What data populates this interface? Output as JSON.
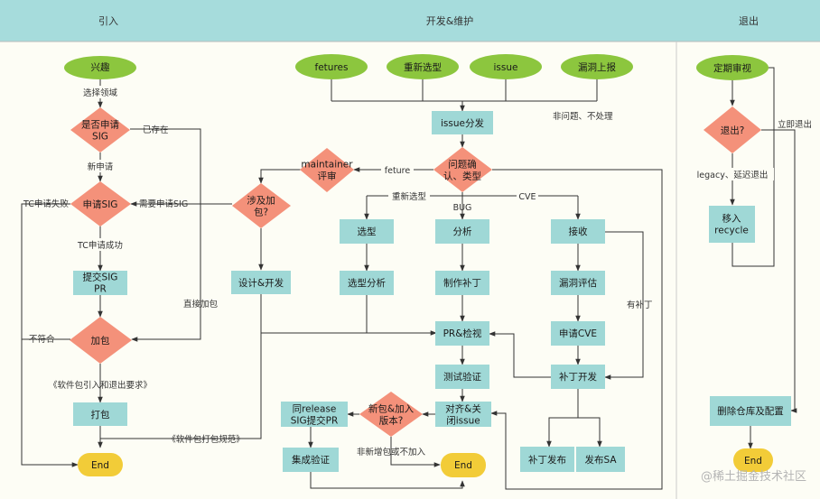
{
  "headers": {
    "intro": "引入",
    "dev": "开发&维护",
    "exit": "退出"
  },
  "nodes": {
    "interest": "兴趣",
    "is_sig": "是否申请\nSIG",
    "apply_sig": "申请SIG",
    "submit_sig_pr": "提交SIG\nPR",
    "add_pkg": "加包",
    "pack": "打包",
    "end_intro": "End",
    "features": "fetures",
    "reselect": "重新选型",
    "issue": "issue",
    "vuln_report": "漏洞上报",
    "issue_dispatch": "issue分发",
    "maintainer_review": "maintainer\n评审",
    "confirm_type": "问题确\n认、类型",
    "involve_pkg": "涉及加\n包?",
    "selection": "选型",
    "analysis": "分析",
    "receive": "接收",
    "design_dev": "设计&开发",
    "selection_analysis": "选型分析",
    "make_patch": "制作补丁",
    "vuln_assess": "漏洞评估",
    "pr_review": "PR&检视",
    "apply_cve": "申请CVE",
    "test_verify": "测试验证",
    "patch_dev": "补丁开发",
    "sync_release_pr": "同release\nSIG提交PR",
    "new_pkg_version": "新包&加入\n版本?",
    "align_close": "对齐&关\n闭issue",
    "integ_verify": "集成验证",
    "end_dev": "End",
    "patch_release": "补丁发布",
    "release_sa": "发布SA",
    "periodic_review": "定期审视",
    "exit_q": "退出?",
    "move_recycle": "移入\nrecycle",
    "delete_repo": "删除仓库及配置",
    "end_exit": "End"
  },
  "edges": {
    "choose_domain": "选择领域",
    "exists": "已存在",
    "new_apply": "新申请",
    "tc_fail": "TC申请失败",
    "need_apply": "需要申请SIG",
    "tc_success": "TC申请成功",
    "not_conform": "不符合",
    "direct_add": "直接加包",
    "intro_rule": "《软件包引入和退出要求》",
    "pack_rule": "《软件包打包规范》",
    "non_issue": "非问题、不处理",
    "feture": "feture",
    "reselect_edge": "重新选型",
    "bug": "BUG",
    "cve": "CVE",
    "has_patch": "有补丁",
    "not_new": "非新增包或不加入",
    "exit_now": "立即退出",
    "legacy": "legacy、延迟退出"
  },
  "watermark": "@稀土掘金技术社区",
  "colors": {
    "header_bg": "#a6dcdc",
    "oval": "#8cc63e",
    "diamond": "#f4917a",
    "rect": "#9fd8d6",
    "end": "#f2cc38"
  }
}
